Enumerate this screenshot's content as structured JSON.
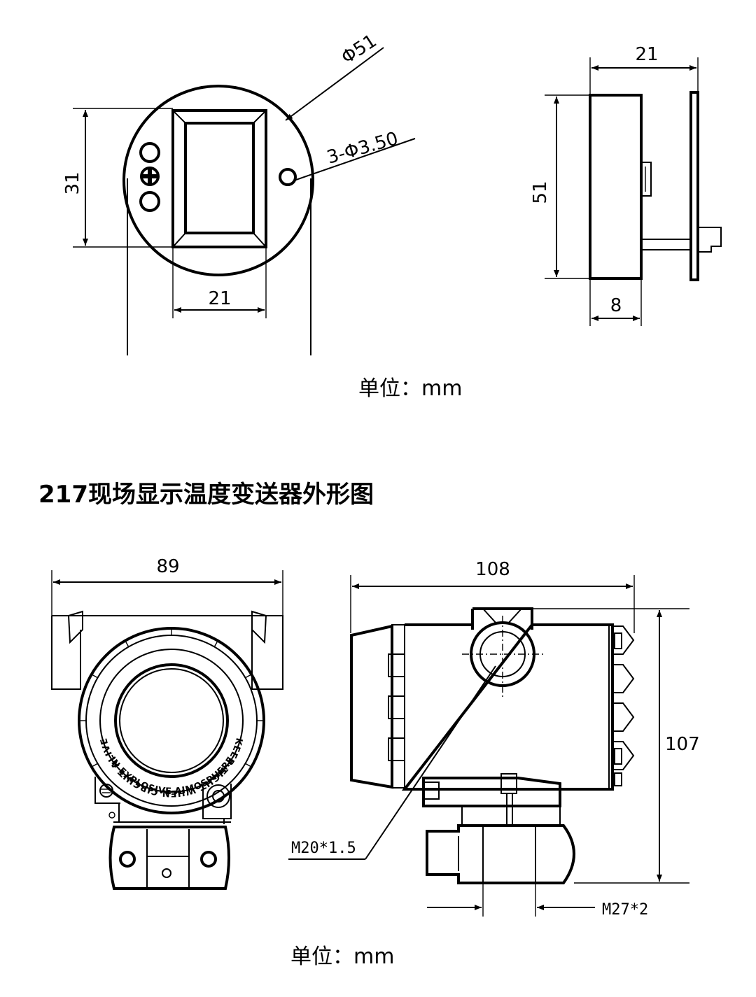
{
  "module_diagram": {
    "diameter_label": "Φ51",
    "holes_label": "3-Φ3.50",
    "height_label": "31",
    "width_label": "21",
    "side_width_label": "21",
    "side_height_label": "51",
    "side_depth_label": "8",
    "unit_label": "单位：mm"
  },
  "section_title": "217现场显示温度变送器外形图",
  "housing_diagram": {
    "width_label": "89",
    "length_label": "108",
    "height_label": "107",
    "thread_top_label": "M20*1.5",
    "thread_bottom_label": "M27*2",
    "ring_text_upper": "KEEP TIGHT WHEN CIRCUIT ALIVE",
    "ring_text_lower": "IN EXPLOSIVE AIMOSPHERE",
    "unit_label": "单位：mm"
  }
}
